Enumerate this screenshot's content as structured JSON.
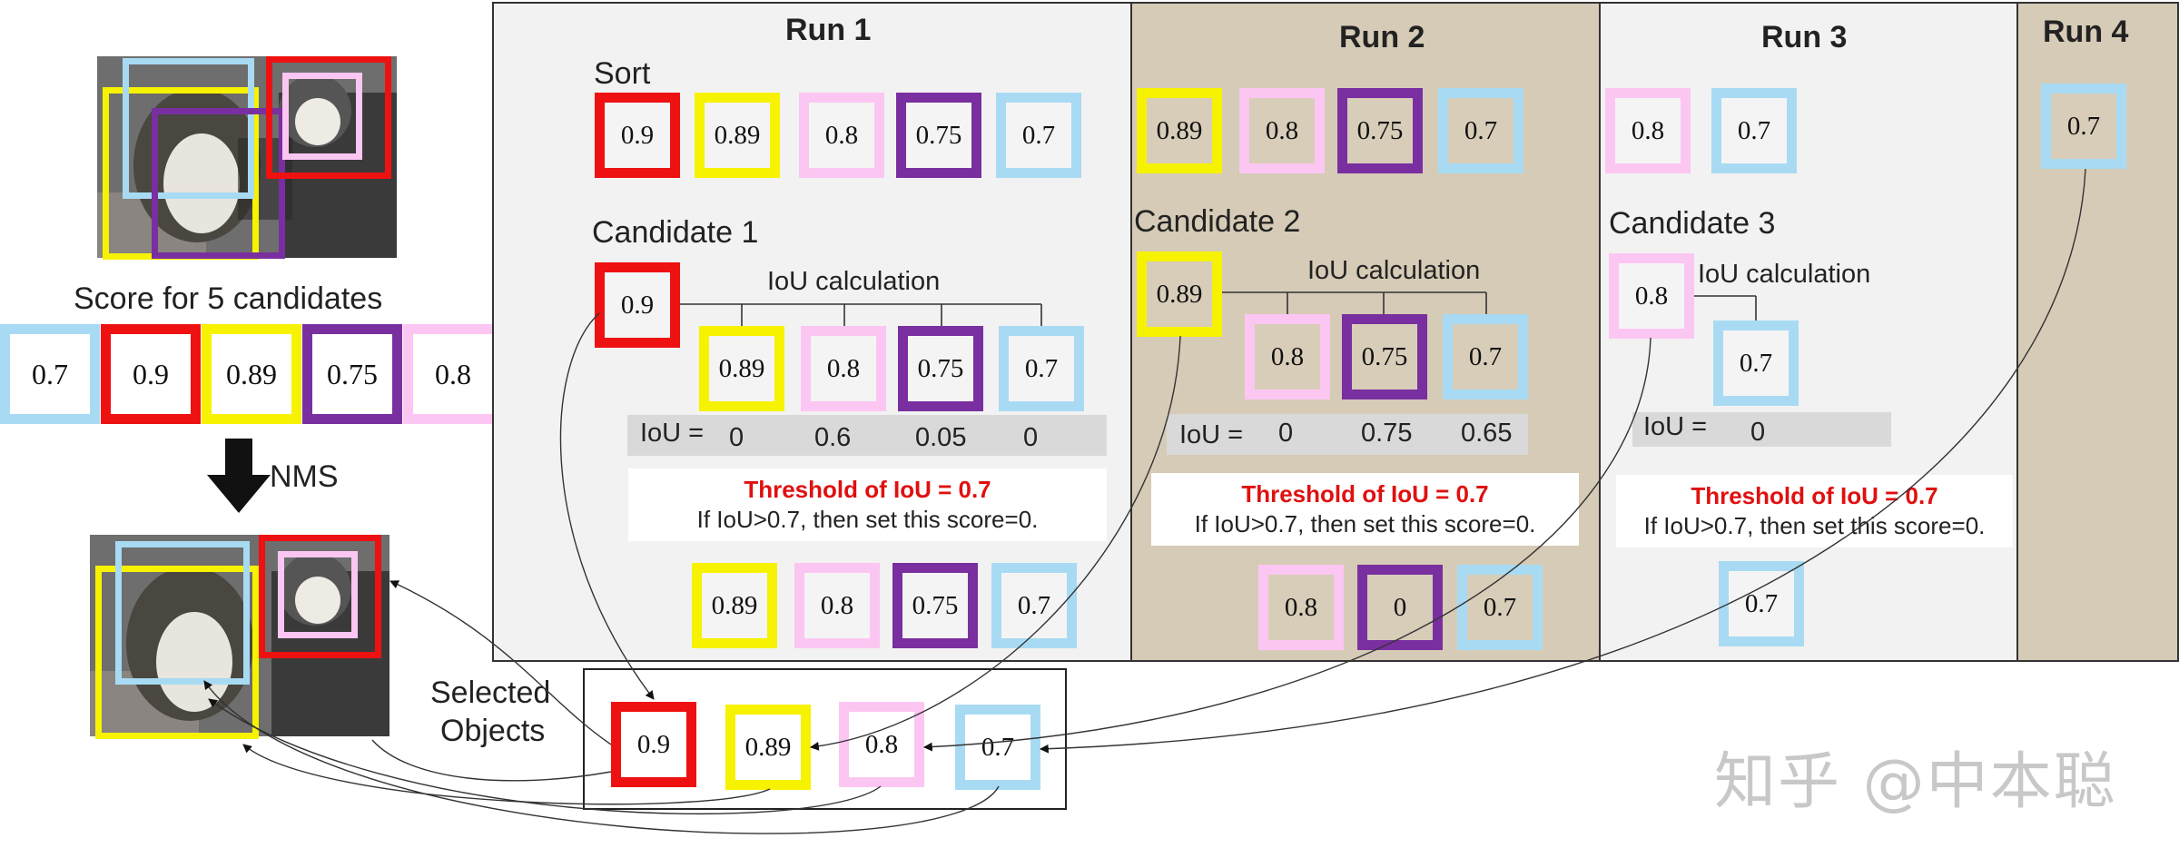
{
  "runs": {
    "run1": {
      "title": "Run 1"
    },
    "run2": {
      "title": "Run 2"
    },
    "run3": {
      "title": "Run 3"
    },
    "run4": {
      "title": "Run 4"
    }
  },
  "labels": {
    "sort": "Sort",
    "candidate1": "Candidate 1",
    "candidate2": "Candidate 2",
    "candidate3": "Candidate 3",
    "iou_calc": "IoU calculation",
    "iou_eq": "IoU =",
    "score_title": "Score for 5 candidates",
    "nms": "NMS",
    "selected_line1": "Selected",
    "selected_line2": "Objects",
    "threshold": "Threshold of IoU = 0.7",
    "rule": "If IoU>0.7, then set this score=0."
  },
  "scores": {
    "s07": "0.7",
    "s09": "0.9",
    "s089": "0.89",
    "s075": "0.75",
    "s08": "0.8",
    "s0": "0"
  },
  "iou_values": {
    "run1": [
      "0",
      "0.6",
      "0.05",
      "0"
    ],
    "run2": [
      "0",
      "0.75",
      "0.65"
    ],
    "run3": [
      "0"
    ]
  },
  "colors": {
    "red": "#ee1111",
    "yellow": "#f7f200",
    "pink": "#fcc6f3",
    "purple": "#7a2fa0",
    "blue": "#a8dbf3",
    "run_bg_light": "#f2f2f2",
    "run_bg_tan": "#d6cbb6",
    "threshold_text": "#e01010"
  },
  "icons": {
    "down_arrow": "arrow-down-icon"
  },
  "watermark": "知乎 @中本聪"
}
